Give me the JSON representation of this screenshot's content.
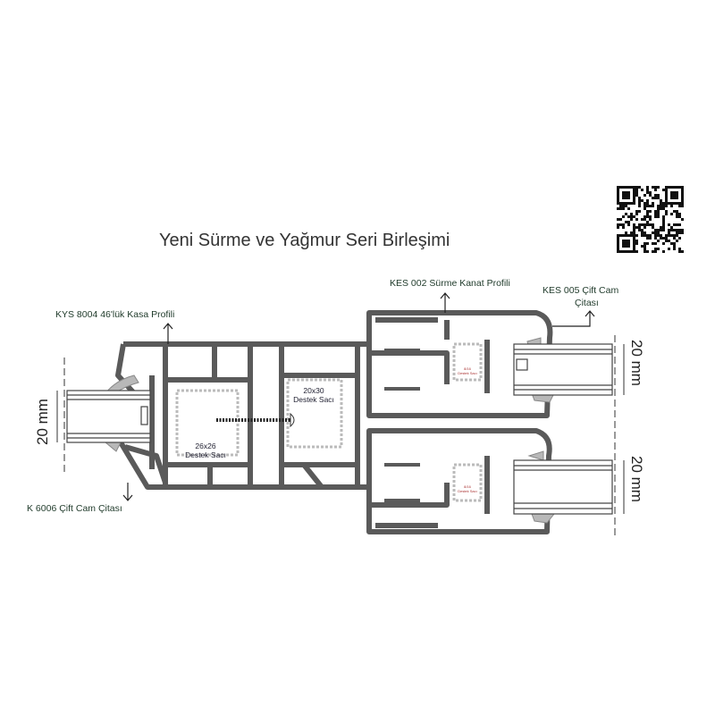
{
  "title": "Yeni Sürme ve Yağmur Seri Birleşimi",
  "labels": {
    "frame_profile": "KYS 8004 46'lük Kasa Profili",
    "sash_profile": "KES 002 Sürme Kanat Profili",
    "sash_bead_line1": "KES 005 Çift Cam",
    "sash_bead_line2": "Çitası",
    "frame_bead": "K 6006 Çift Cam Çitası",
    "support_left_line1": "26x26",
    "support_left_line2": "Destek Sacı",
    "support_mid_line1": "20x30",
    "support_mid_line2": "Destek Sacı",
    "support_small_line1": "8/16",
    "support_small_line2": "Destek Sacı"
  },
  "dimensions": {
    "left_glass": "20 mm",
    "right_glass_top": "20 mm",
    "right_glass_bottom": "20 mm"
  },
  "colors": {
    "profile": "#5a5a5a",
    "gasket": "#b8b8b8",
    "steel": "#c8c8c8"
  }
}
